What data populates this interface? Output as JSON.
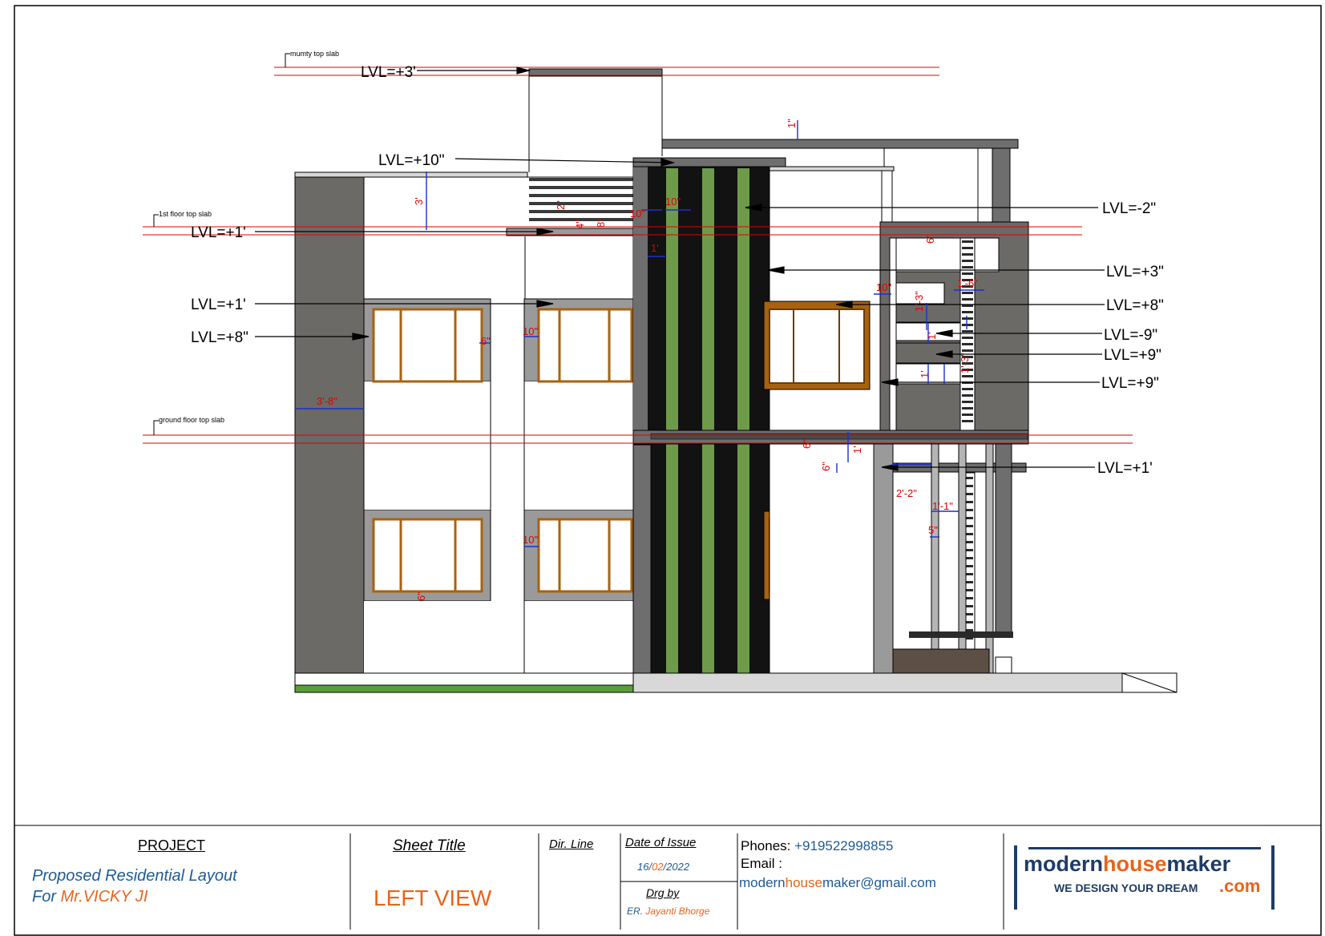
{
  "slab_labels": {
    "mumty": "mumty top slab",
    "first": "1st floor top slab",
    "ground": "ground floor top slab"
  },
  "level_labels": {
    "top_left_1": "LVL=+3'",
    "top_left_2": "LVL=+10\"",
    "left_1": "LVL=+1'",
    "left_2": "LVL=+1'",
    "left_3": "LVL=+8\"",
    "right_1": "LVL=-2\"",
    "right_2": "LVL=+3\"",
    "right_3": "LVL=+8\"",
    "right_4": "LVL=-9\"",
    "right_5": "LVL=+9\"",
    "right_6": "LVL=+9\"",
    "right_7": "LVL=+1'"
  },
  "dimensions": {
    "d_1in": "1\"",
    "d_3ft": "3'",
    "d_10in_a": "10\"",
    "d_10in_b": "10\"",
    "d_1ft_a": "1'",
    "d_3ft8in": "3'-8\"",
    "d_6in_a": "6\"",
    "d_10in_c": "10\"",
    "d_10in_d": "10\"",
    "d_10in_e": "10\"",
    "d_1ft6in": "1'-6\"",
    "d_1ft3in_a": "1'-3\"",
    "d_1ft_b": "1'",
    "d_1ft_c": "1'",
    "d_1ft3in_b": "1'-3\"",
    "d_1ft_d": "1'",
    "d_2ft2in": "2'-2\"",
    "d_1ft1in": "1'-1\"",
    "d_5in": "5\"",
    "d_6in_b": "6\"",
    "d_6in_c": "6\"",
    "d_6in_d": "6\"",
    "d_6in_e": "6\"",
    "d_4in": "4\"",
    "d_8in": "8\"",
    "d_2in": "2\""
  },
  "title_block": {
    "project_label": "PROJECT",
    "project_line1": "Proposed Residential Layout",
    "project_line2_prefix": "For ",
    "project_client": "Mr.VICKY JI",
    "sheet_title_label": "Sheet Title",
    "sheet_title_value": "LEFT VIEW",
    "dir_line_label": "Dir. Line",
    "date_label": "Date of Issue",
    "date_day": "16/",
    "date_month": "02",
    "date_year": "/2022",
    "drg_label": "Drg by",
    "drg_prefix": "ER. ",
    "drg_name": "Jayanti Bhorge",
    "phones_label": "Phones:  ",
    "phones_value": "+919522998855",
    "email_label": "Email :",
    "email_part1": "modern",
    "email_part2": "house",
    "email_part3": "maker@gmail.com"
  },
  "logo": {
    "word_part1": "modern",
    "word_part2": "house",
    "word_part3": "maker",
    "tagline": "WE DESIGN YOUR DREAM",
    "suffix": ".com"
  },
  "colors": {
    "level_line": "#e00000",
    "dimension": "#e00000",
    "dim_arrow": "#1a2fd0",
    "dark_wall": "#6b6a66",
    "slab_gray": "#6e6e6e",
    "frame_gray": "#9a9a9a",
    "black_panel": "#121212",
    "green_strip": "#6e9b4a",
    "wood_frame": "#a8620f",
    "grass": "#5a9e3a",
    "brand_blue": "#1f3c66",
    "brand_orange": "#e8641b"
  }
}
